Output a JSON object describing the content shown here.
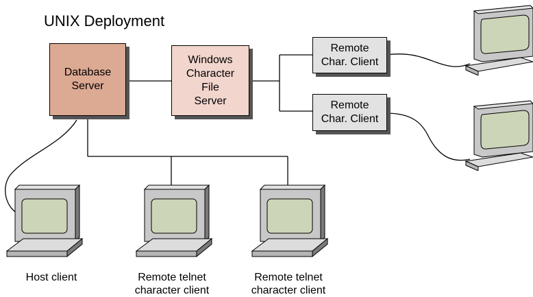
{
  "title": "UNIX Deployment",
  "nodes": {
    "database_server": "Database\nServer",
    "file_server": "Windows\nCharacter\nFile\nServer",
    "remote_char_client_1": "Remote\nChar. Client",
    "remote_char_client_2": "Remote\nChar. Client"
  },
  "terminals": {
    "host_client": "Host client",
    "telnet_client_1": "Remote telnet\ncharacter client",
    "telnet_client_2": "Remote telnet\ncharacter client"
  },
  "colors": {
    "database_server": "#dca993",
    "file_server": "#f2d5cd",
    "char_client": "#e2e2e2",
    "terminal_body": "#c8c8c8",
    "terminal_screen": "#cdd5b8"
  }
}
